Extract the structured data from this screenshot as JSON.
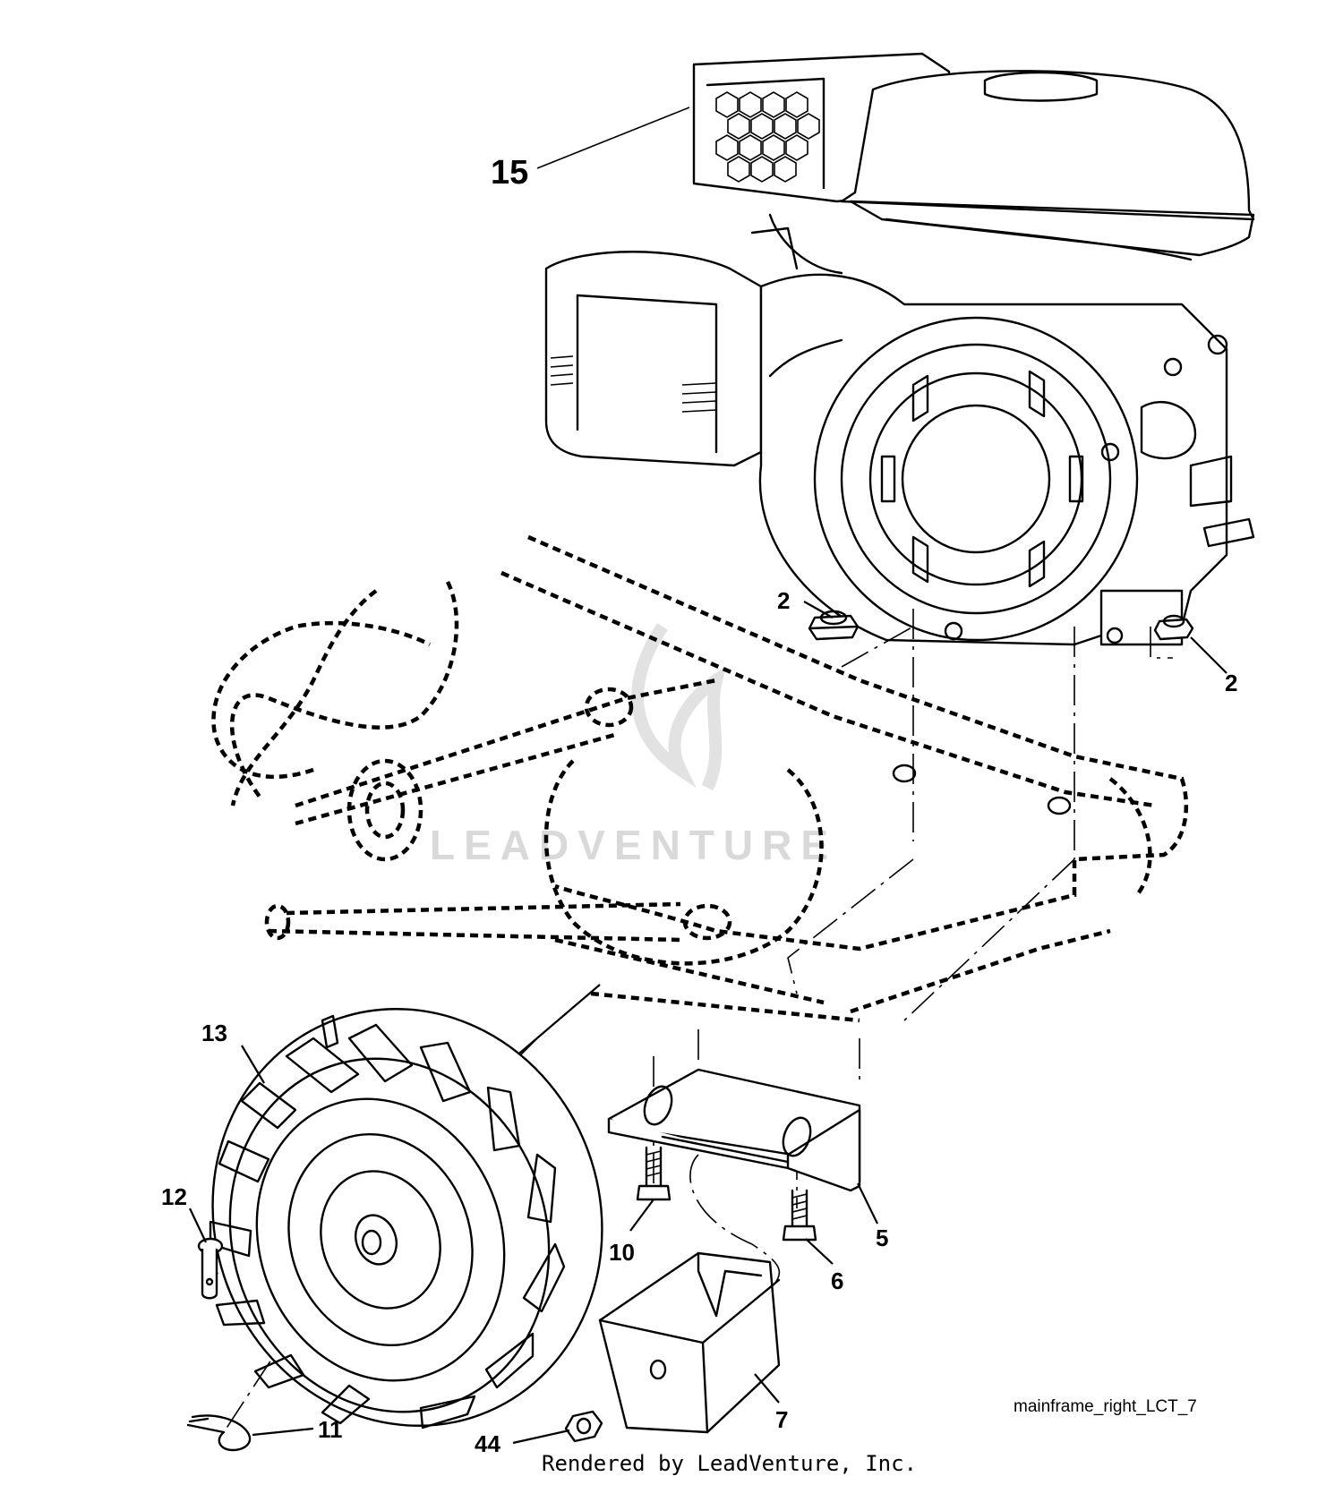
{
  "diagram": {
    "figure_id": "mainframe_right_LCT_7",
    "credit": "Rendered by LeadVenture, Inc.",
    "watermark": "LEADVENTURE",
    "callouts": [
      {
        "key": "engine",
        "label": "15"
      },
      {
        "key": "nut-left",
        "label": "2"
      },
      {
        "key": "nut-right",
        "label": "2"
      },
      {
        "key": "tire",
        "label": "13"
      },
      {
        "key": "clevis-pin",
        "label": "12"
      },
      {
        "key": "hairpin-clip",
        "label": "11"
      },
      {
        "key": "bracket",
        "label": "5"
      },
      {
        "key": "bolt-left",
        "label": "10"
      },
      {
        "key": "bolt-right",
        "label": "6"
      },
      {
        "key": "weight-block",
        "label": "7"
      },
      {
        "key": "hex-nut",
        "label": "44"
      }
    ]
  }
}
